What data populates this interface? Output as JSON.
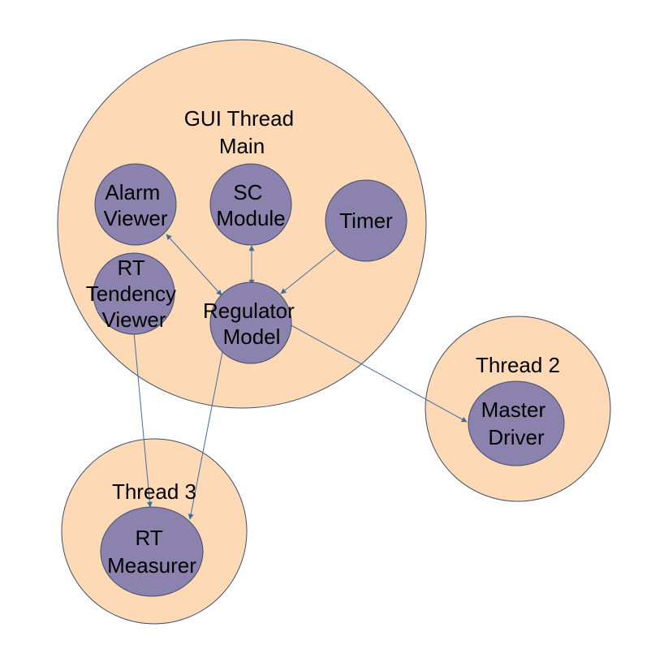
{
  "colors": {
    "thread_fill": "#fdd9b5",
    "module_fill": "#8b83ad",
    "arrow": "#3f6da0",
    "outline": "#3e4f6b",
    "text": "#000000"
  },
  "threads": {
    "gui": {
      "line1": "GUI Thread",
      "line2": "Main"
    },
    "thread2": {
      "label": "Thread 2"
    },
    "thread3": {
      "label": "Thread 3"
    }
  },
  "modules": {
    "alarm_viewer": {
      "line1": "Alarm",
      "line2": "Viewer"
    },
    "sc_module": {
      "line1": "SC",
      "line2": "Module"
    },
    "timer": {
      "line1": "Timer"
    },
    "rt_tendency_viewer": {
      "line1": "RT",
      "line2": "Tendency",
      "line3": "Viewer"
    },
    "regulator_model": {
      "line1": "Regulator",
      "line2": "Model"
    },
    "master_driver": {
      "line1": "Master",
      "line2": "Driver"
    },
    "rt_measurer": {
      "line1": "RT",
      "line2": "Measurer"
    }
  },
  "connections": [
    {
      "from": "alarm_viewer",
      "to": "regulator_model",
      "direction": "both"
    },
    {
      "from": "sc_module",
      "to": "regulator_model",
      "direction": "both"
    },
    {
      "from": "timer",
      "to": "regulator_model",
      "direction": "forward"
    },
    {
      "from": "regulator_model",
      "to": "master_driver",
      "direction": "forward"
    },
    {
      "from": "regulator_model",
      "to": "rt_measurer",
      "direction": "forward"
    },
    {
      "from": "rt_tendency_viewer",
      "to": "rt_measurer",
      "direction": "forward"
    }
  ]
}
